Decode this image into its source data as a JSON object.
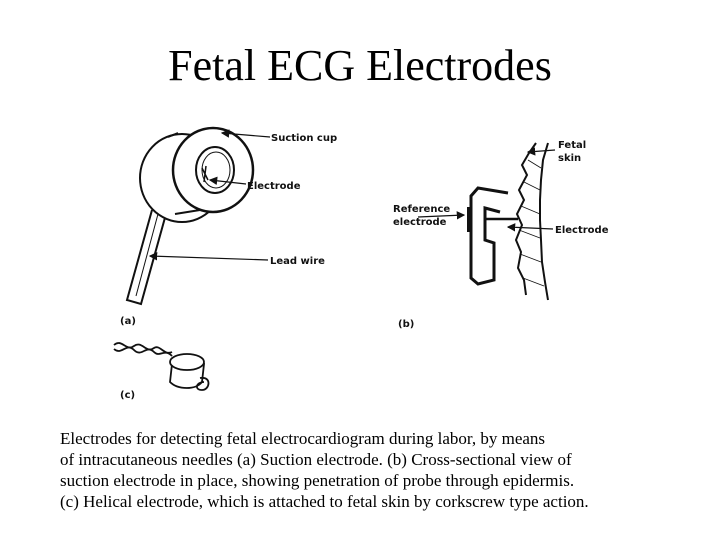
{
  "title": "Fetal ECG Electrodes",
  "figure": {
    "panel_a": {
      "tag": "(a)",
      "labels": {
        "suction_cup": "Suction cup",
        "electrode": "Electrode",
        "lead_wire": "Lead wire"
      }
    },
    "panel_b": {
      "tag": "(b)",
      "labels": {
        "fetal_skin_line1": "Fetal",
        "fetal_skin_line2": "skin",
        "reference_line1": "Reference",
        "reference_line2": "electrode",
        "electrode": "Electrode"
      }
    },
    "panel_c": {
      "tag": "(c)"
    }
  },
  "caption": {
    "lines": [
      "Electrodes for detecting fetal electrocardiogram during labor, by means",
      "of intracutaneous needles (a) Suction electrode. (b) Cross-sectional view of",
      "suction electrode in place, showing penetration of probe through epidermis.",
      "(c) Helical electrode, which is attached to fetal skin by corkscrew type action."
    ]
  }
}
